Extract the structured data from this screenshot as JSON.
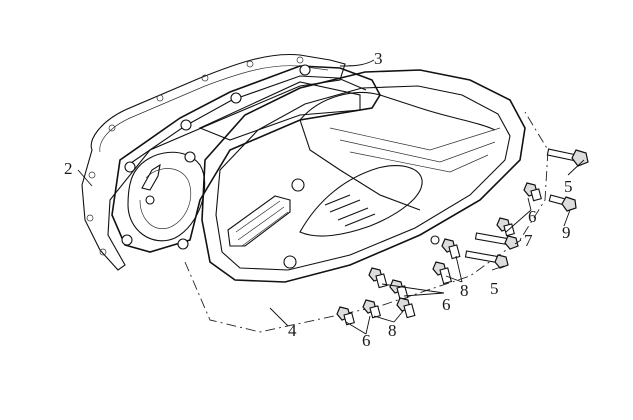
{
  "diagram": {
    "callouts": [
      {
        "id": "c2",
        "text": "2"
      },
      {
        "id": "c3",
        "text": "3"
      },
      {
        "id": "c4",
        "text": "4"
      },
      {
        "id": "c5a",
        "text": "5"
      },
      {
        "id": "c5b",
        "text": "5"
      },
      {
        "id": "c6a",
        "text": "6"
      },
      {
        "id": "c6b",
        "text": "6"
      },
      {
        "id": "c6c",
        "text": "6"
      },
      {
        "id": "c7",
        "text": "7"
      },
      {
        "id": "c8a",
        "text": "8"
      },
      {
        "id": "c8b",
        "text": "8"
      },
      {
        "id": "c9",
        "text": "9"
      }
    ]
  }
}
